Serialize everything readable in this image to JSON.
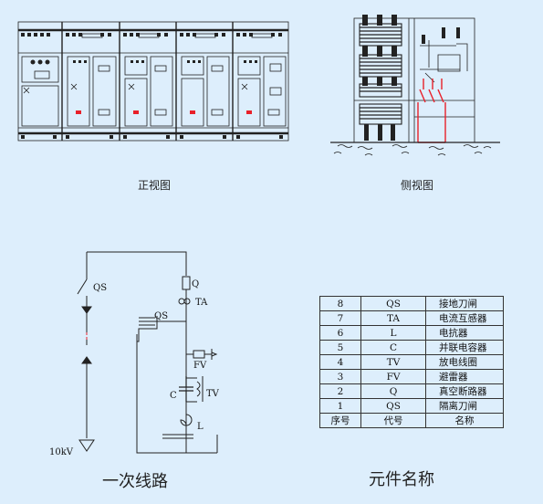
{
  "captions": {
    "front_view": "正视图",
    "side_view": "侧视图",
    "primary_circuit": "一次线路",
    "component_names": "元件名称"
  },
  "circuit_labels": {
    "qs_top": "QS",
    "qs_mid": "QS",
    "q": "Q",
    "ta": "TA",
    "fv": "FV",
    "c": "C",
    "tv": "TV",
    "l": "L",
    "voltage": "10kV"
  },
  "components": {
    "rows": [
      {
        "no": "8",
        "code": "QS",
        "name": "接地刀闸"
      },
      {
        "no": "7",
        "code": "TA",
        "name": "电流互感器"
      },
      {
        "no": "6",
        "code": "L",
        "name": "电抗器"
      },
      {
        "no": "5",
        "code": "C",
        "name": "并联电容器"
      },
      {
        "no": "4",
        "code": "TV",
        "name": "放电线圈"
      },
      {
        "no": "3",
        "code": "FV",
        "name": "避雷器"
      },
      {
        "no": "2",
        "code": "Q",
        "name": "真空断路器"
      },
      {
        "no": "1",
        "code": "QS",
        "name": "隔离刀闸"
      }
    ],
    "header": {
      "no": "序号",
      "code": "代号",
      "name": "名称"
    }
  },
  "colors": {
    "background": "#ddeefc",
    "line": "#222222",
    "highlight": "#e8202a"
  }
}
